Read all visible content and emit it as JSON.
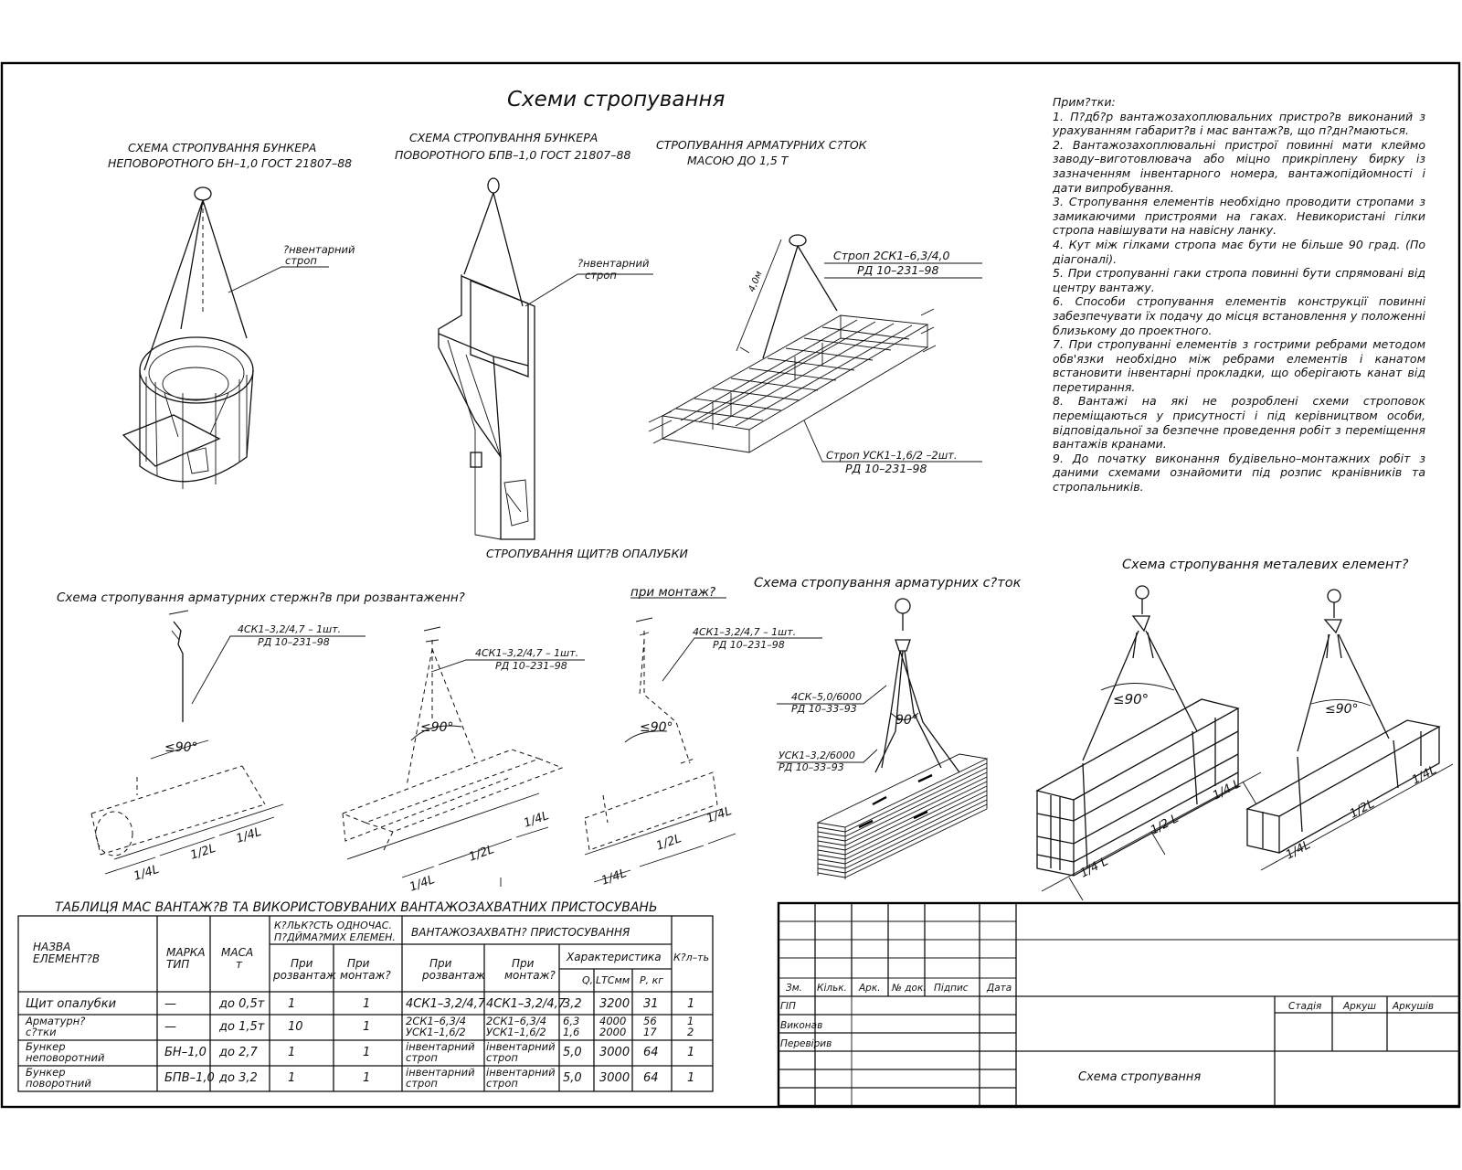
{
  "sheet": {
    "main_title": "Схеми стропування",
    "stamp_title": "Схема стропування"
  },
  "schemes": {
    "bunker_fixed": {
      "line1": "СХЕМА СТРОПУВАННЯ БУНКЕРА",
      "line2": "НЕПОВОРОТНОГО  БН–1,0   ГОСТ 21807–88",
      "strop_label1": "?нвентарний",
      "strop_label2": "строп"
    },
    "bunker_rotary": {
      "line1": "СХЕМА  СТРОПУВАННЯ  БУНКЕРА",
      "line2": "ПОВОРОТНОГО   БПВ–1,0   ГОСТ 21807–88",
      "strop_label1": "?нвентарний",
      "strop_label2": "строп"
    },
    "mesh_light": {
      "line1": "СТРОПУВАННЯ АРМАТУРНИХ С?ТОК",
      "line2": "МАСОЮ ДО 1,5  Т",
      "sling_top1": "Строп 2СК1–6,3/4,0",
      "sling_top2": "РД 10–231–98",
      "sling_bot1": "Строп УСК1–1,6/2 –2шт.",
      "sling_bot2": "РД 10–231–98",
      "dim": "4,0м"
    },
    "formwork": {
      "title": "СТРОПУВАННЯ ЩИТ?В ОПАЛУБКИ"
    },
    "rods": {
      "title_unload": "Схема стропування арматурних стержн?в при розвантаженн?",
      "title_mount": "при монтаж?",
      "sling_a1": "4СК1–3,2/4,7   – 1шт.",
      "sling_a2": "РД 10–231–98",
      "sling_b1": "4СК1–3,2/4,7   – 1шт.",
      "sling_b2": "РД 10–231–98",
      "sling_c1": "4СК1–3,2/4,7   – 1шт.",
      "sling_c2": "РД 10–231–98",
      "angle": "≤90°",
      "dim_quarter": "1/4L",
      "dim_half": "1/2L"
    },
    "mesh_heavy": {
      "title": "Схема стропування арматурних с?ток",
      "sling1a": "4СК–5,0/6000",
      "sling1b": "РД 10–33–93",
      "sling2a": "УСК1–3,2/6000",
      "sling2b": "РД 10–33–93",
      "angle": "90°"
    },
    "metal": {
      "title": "Схема стропування металевих елемент?",
      "angle1": "≤90°",
      "angle2": "≤90°",
      "dim_q1": "1/4 L",
      "dim_h1": "1/2 L",
      "dim_q2": "1/4L",
      "dim_h2": "1/2L"
    }
  },
  "notes": {
    "title": "Прим?тки:",
    "items": [
      "1. П?дб?р вантажозахоплювальних пристро?в виконаний з урахуванням габарит?в і мас вантаж?в, що п?дн?маються.",
      "2. Вантажозахоплювальні пристрої повинні мати клеймо заводу–виготовлювача або міцно прикріплену бирку із зазначенням інвентарного номера, вантажопідйомності і дати випробування.",
      "3. Стропування елементів необхідно проводити стропами з замикаючими пристроями на гаках. Невикористані гілки стропа навішувати на навісну ланку.",
      "4. Кут між гілками стропа має бути не більше 90 град. (По діагоналі).",
      "5. При стропуванні гаки стропа повинні бути спрямовані від центру вантажу.",
      "6. Способи стропування елементів конструкції повинні забезпечувати їх подачу до місця встановлення у положенні близькому до проектного.",
      "7. При стропуванні елементів з гострими ребрами методом обв'язки необхідно між ребрами елементів і канатом встановити інвентарні прокладки, що оберігають канат від перетирання.",
      "8. Вантажі на які не розроблені схеми строповок переміщаються у присутності і під керівництвом особи, відповідальної за безпечне проведення робіт з переміщення вантажів кранами.",
      "9. До початку виконання будівельно–монтажних робіт з даними схемами ознайомити під розпис кранівників та стропальників."
    ]
  },
  "table": {
    "title": "ТАБЛИЦЯ  МАС  ВАНТАЖ?В  ТА  ВИКОРИСТОВУВАНИХ  ВАНТАЖОЗАХВАТНИХ  ПРИСТОСУВАНЬ",
    "headers": {
      "name": [
        "НАЗВА",
        "ЕЛЕМЕНТ?В"
      ],
      "mark": [
        "МАРКА",
        "ТИП"
      ],
      "mass": [
        "МАСА",
        "т"
      ],
      "count": [
        "К?ЛЬК?СТЬ ОДНОЧАС.",
        "П?ДЙМА?МИХ ЕЛЕМЕН."
      ],
      "count_unload": [
        "При",
        "розвантаж"
      ],
      "count_mount": [
        "При",
        "монтаж?"
      ],
      "devices": "ВАНТАЖОЗАХВАТН?  ПРИСТОСУВАННЯ",
      "dev_unload": [
        "При",
        "розвантаж"
      ],
      "dev_mount": [
        "При",
        "монтаж?"
      ],
      "chars": "Характеристика",
      "q": "Q,",
      "l": "LТСмм",
      "p": "Р,  кг",
      "qty": "К?л–ть"
    },
    "rows": [
      {
        "name": [
          "Щит  опалубки"
        ],
        "mark": "—",
        "mass": "до 0,5т",
        "cu": "1",
        "cm": "1",
        "du": [
          "4СК1–3,2/4,7"
        ],
        "dm": [
          "4СК1–3,2/4,7"
        ],
        "q": [
          "3,2"
        ],
        "l": [
          "3200"
        ],
        "p": [
          "31"
        ],
        "qty": [
          "1"
        ]
      },
      {
        "name": [
          "Арматурн?",
          "с?тки"
        ],
        "mark": "—",
        "mass": "до 1,5т",
        "cu": "10",
        "cm": "1",
        "du": [
          "2СК1–6,3/4",
          "УСК1–1,6/2"
        ],
        "dm": [
          "2СК1–6,3/4",
          "УСК1–1,6/2"
        ],
        "q": [
          "6,3",
          "1,6"
        ],
        "l": [
          "4000",
          "2000"
        ],
        "p": [
          "56",
          "17"
        ],
        "qty": [
          "1",
          "2"
        ]
      },
      {
        "name": [
          "Бункер",
          "неповоротний"
        ],
        "mark": "БН–1,0",
        "mass": "до 2,7",
        "cu": "1",
        "cm": "1",
        "du": [
          "інвентарний",
          "строп"
        ],
        "dm": [
          "інвентарний",
          "строп"
        ],
        "q": [
          "5,0"
        ],
        "l": [
          "3000"
        ],
        "p": [
          "64"
        ],
        "qty": [
          "1"
        ]
      },
      {
        "name": [
          "Бункер",
          "поворотний"
        ],
        "mark": "БПВ–1,0",
        "mass": "до 3,2",
        "cu": "1",
        "cm": "1",
        "du": [
          "інвентарний",
          "строп"
        ],
        "dm": [
          "інвентарний",
          "строп"
        ],
        "q": [
          "5,0"
        ],
        "l": [
          "3000"
        ],
        "p": [
          "64"
        ],
        "qty": [
          "1"
        ]
      }
    ]
  },
  "stamp": {
    "change_cols": [
      "Зм.",
      "Кільк.",
      "Арк.",
      "№ док.",
      "Підпис",
      "Дата"
    ],
    "roles": [
      "ГІП",
      "Виконав",
      "Перевірив"
    ],
    "stage_cols": [
      "Стадія",
      "Аркуш",
      "Аркушів"
    ]
  }
}
